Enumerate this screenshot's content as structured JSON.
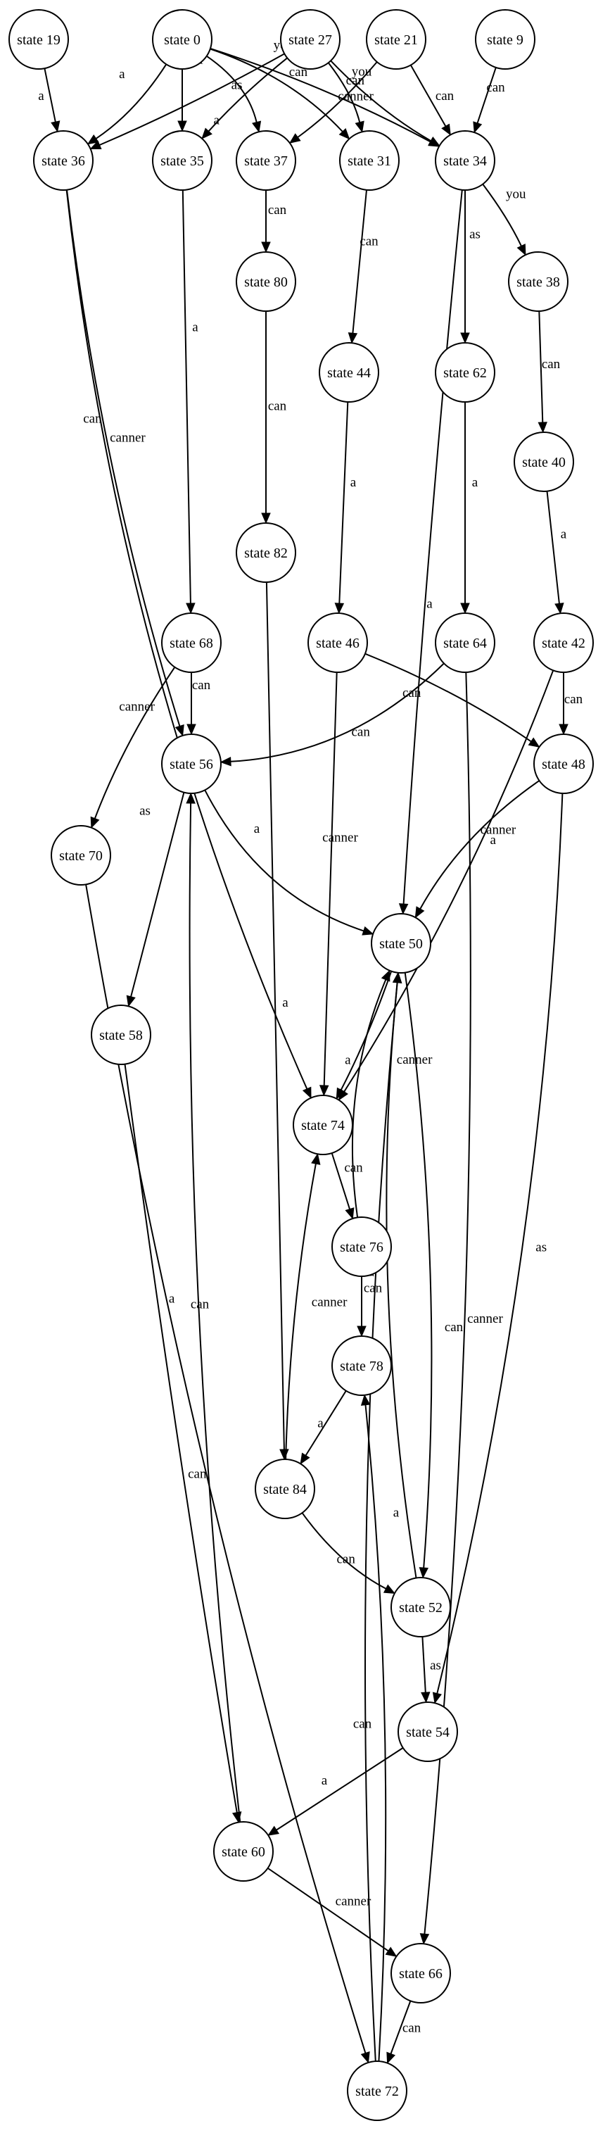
{
  "graph": {
    "nodes": [
      {
        "id": "state 0"
      },
      {
        "id": "state 27"
      },
      {
        "id": "state 21"
      },
      {
        "id": "state 9"
      },
      {
        "id": "state 19"
      },
      {
        "id": "state 36"
      },
      {
        "id": "state 35"
      },
      {
        "id": "state 37"
      },
      {
        "id": "state 31"
      },
      {
        "id": "state 34"
      },
      {
        "id": "state 80"
      },
      {
        "id": "state 38"
      },
      {
        "id": "state 44"
      },
      {
        "id": "state 62"
      },
      {
        "id": "state 40"
      },
      {
        "id": "state 82"
      },
      {
        "id": "state 68"
      },
      {
        "id": "state 46"
      },
      {
        "id": "state 64"
      },
      {
        "id": "state 42"
      },
      {
        "id": "state 56"
      },
      {
        "id": "state 48"
      },
      {
        "id": "state 70"
      },
      {
        "id": "state 50"
      },
      {
        "id": "state 58"
      },
      {
        "id": "state 74"
      },
      {
        "id": "state 76"
      },
      {
        "id": "state 78"
      },
      {
        "id": "state 84"
      },
      {
        "id": "state 52"
      },
      {
        "id": "state 54"
      },
      {
        "id": "state 60"
      },
      {
        "id": "state 66"
      },
      {
        "id": "state 72"
      }
    ],
    "edges": [
      {
        "from": "state 19",
        "to": "state 36",
        "label": "a"
      },
      {
        "from": "state 0",
        "to": "state 36",
        "label": "a"
      },
      {
        "from": "state 0",
        "to": "state 37",
        "label": "canner"
      },
      {
        "from": "state 0",
        "to": "state 35",
        "label": "as"
      },
      {
        "from": "state 0",
        "to": "state 31",
        "label": "you"
      },
      {
        "from": "state 0",
        "to": "state 34",
        "label": "can"
      },
      {
        "from": "state 27",
        "to": "state 36",
        "label": "a"
      },
      {
        "from": "state 27",
        "to": "state 35",
        "label": "as"
      },
      {
        "from": "state 27",
        "to": "state 34",
        "label": "can"
      },
      {
        "from": "state 27",
        "to": "state 31",
        "label": "you"
      },
      {
        "from": "state 21",
        "to": "state 37",
        "label": "canner"
      },
      {
        "from": "state 21",
        "to": "state 34",
        "label": "can"
      },
      {
        "from": "state 9",
        "to": "state 34",
        "label": "can"
      },
      {
        "from": "state 36",
        "to": "state 56",
        "label": "can"
      },
      {
        "from": "state 36",
        "to": "state 74",
        "label": "canner"
      },
      {
        "from": "state 35",
        "to": "state 68",
        "label": "a"
      },
      {
        "from": "state 37",
        "to": "state 80",
        "label": "can"
      },
      {
        "from": "state 31",
        "to": "state 44",
        "label": "can"
      },
      {
        "from": "state 34",
        "to": "state 50",
        "label": "a"
      },
      {
        "from": "state 34",
        "to": "state 62",
        "label": "as"
      },
      {
        "from": "state 34",
        "to": "state 38",
        "label": "you"
      },
      {
        "from": "state 80",
        "to": "state 82",
        "label": "can"
      },
      {
        "from": "state 38",
        "to": "state 40",
        "label": "can"
      },
      {
        "from": "state 44",
        "to": "state 46",
        "label": "a"
      },
      {
        "from": "state 62",
        "to": "state 64",
        "label": "a"
      },
      {
        "from": "state 40",
        "to": "state 42",
        "label": "a"
      },
      {
        "from": "state 82",
        "to": "state 84",
        "label": "a"
      },
      {
        "from": "state 68",
        "to": "state 70",
        "label": "canner"
      },
      {
        "from": "state 68",
        "to": "state 56",
        "label": "can"
      },
      {
        "from": "state 46",
        "to": "state 48",
        "label": "can"
      },
      {
        "from": "state 46",
        "to": "state 74",
        "label": "canner"
      },
      {
        "from": "state 64",
        "to": "state 56",
        "label": "can"
      },
      {
        "from": "state 64",
        "to": "state 66",
        "label": "canner"
      },
      {
        "from": "state 42",
        "to": "state 48",
        "label": "can"
      },
      {
        "from": "state 42",
        "to": "state 74",
        "label": "canner"
      },
      {
        "from": "state 48",
        "to": "state 50",
        "label": "a"
      },
      {
        "from": "state 48",
        "to": "state 54",
        "label": "as"
      },
      {
        "from": "state 56",
        "to": "state 50",
        "label": "a"
      },
      {
        "from": "state 56",
        "to": "state 58",
        "label": "as"
      },
      {
        "from": "state 70",
        "to": "state 72",
        "label": "can"
      },
      {
        "from": "state 50",
        "to": "state 74",
        "label": "canner"
      },
      {
        "from": "state 50",
        "to": "state 52",
        "label": "can"
      },
      {
        "from": "state 58",
        "to": "state 60",
        "label": "a"
      },
      {
        "from": "state 74",
        "to": "state 76",
        "label": "can"
      },
      {
        "from": "state 76",
        "to": "state 50",
        "label": "a"
      },
      {
        "from": "state 76",
        "to": "state 78",
        "label": "can"
      },
      {
        "from": "state 78",
        "to": "state 84",
        "label": "a"
      },
      {
        "from": "state 84",
        "to": "state 74",
        "label": "canner"
      },
      {
        "from": "state 84",
        "to": "state 52",
        "label": "can"
      },
      {
        "from": "state 52",
        "to": "state 50",
        "label": "a"
      },
      {
        "from": "state 52",
        "to": "state 54",
        "label": "as"
      },
      {
        "from": "state 54",
        "to": "state 60",
        "label": "a"
      },
      {
        "from": "state 60",
        "to": "state 56",
        "label": "can"
      },
      {
        "from": "state 60",
        "to": "state 66",
        "label": "canner"
      },
      {
        "from": "state 66",
        "to": "state 72",
        "label": "can"
      },
      {
        "from": "state 72",
        "to": "state 78",
        "label": "can"
      },
      {
        "from": "state 72",
        "to": "state 50",
        "label": "a"
      }
    ]
  }
}
